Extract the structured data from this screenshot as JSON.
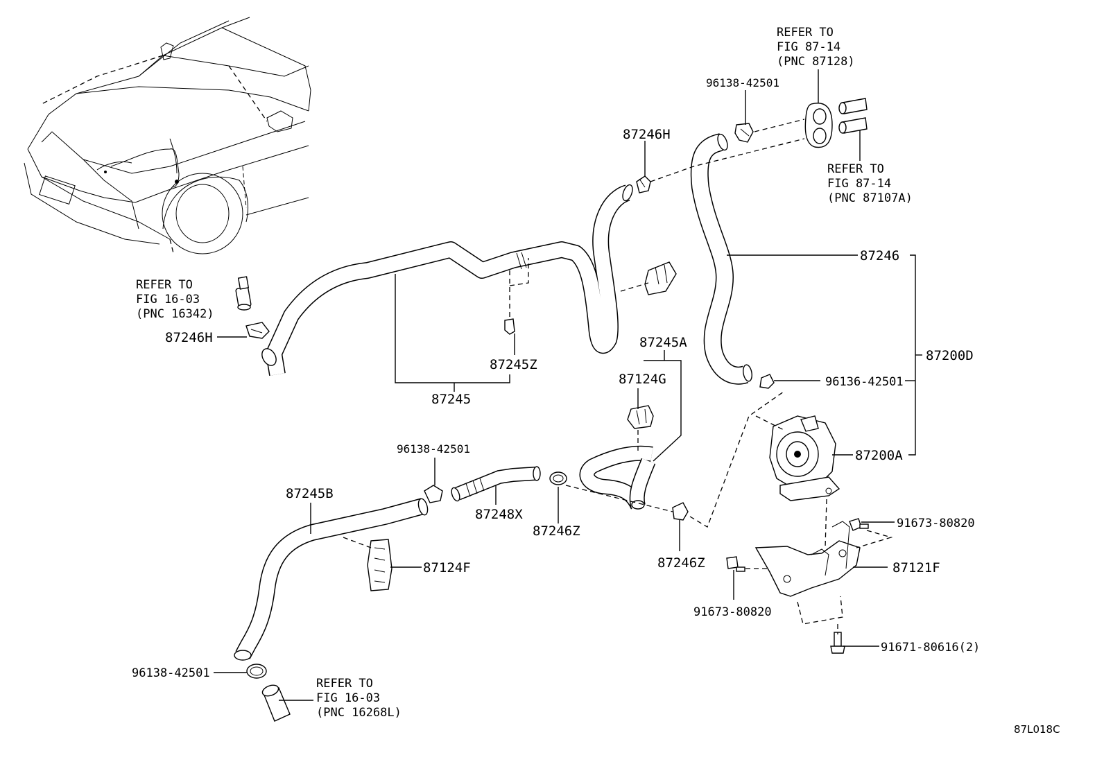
{
  "labels": {
    "p87246H_top": "87246H",
    "p96138_top": "96138-42501",
    "p87246": "87246",
    "p87200D": "87200D",
    "p96136": "96136-42501",
    "p87200A": "87200A",
    "p87246H_left": "87246H",
    "p87245Z": "87245Z",
    "p87245": "87245",
    "p87245A": "87245A",
    "p87124G": "87124G",
    "p96138_mid": "96138-42501",
    "p87248X": "87248X",
    "p87246Z_a": "87246Z",
    "p87246Z_b": "87246Z",
    "p87245B": "87245B",
    "p87124F": "87124F",
    "p91673_right": "91673-80820",
    "p87121F": "87121F",
    "p91673_left": "91673-80820",
    "p91671": "91671-80616(2)",
    "p96138_bottom": "96138-42501"
  },
  "refers": {
    "top": [
      "REFER TO",
      "FIG 87-14",
      "(PNC 87128)"
    ],
    "right": [
      "REFER TO",
      "FIG 87-14",
      "(PNC 87107A)"
    ],
    "left": [
      "REFER TO",
      "FIG 16-03",
      "(PNC 16342)"
    ],
    "bottom": [
      "REFER TO",
      "FIG 16-03",
      "(PNC 16268L)"
    ]
  },
  "figure_code": "87L018C"
}
